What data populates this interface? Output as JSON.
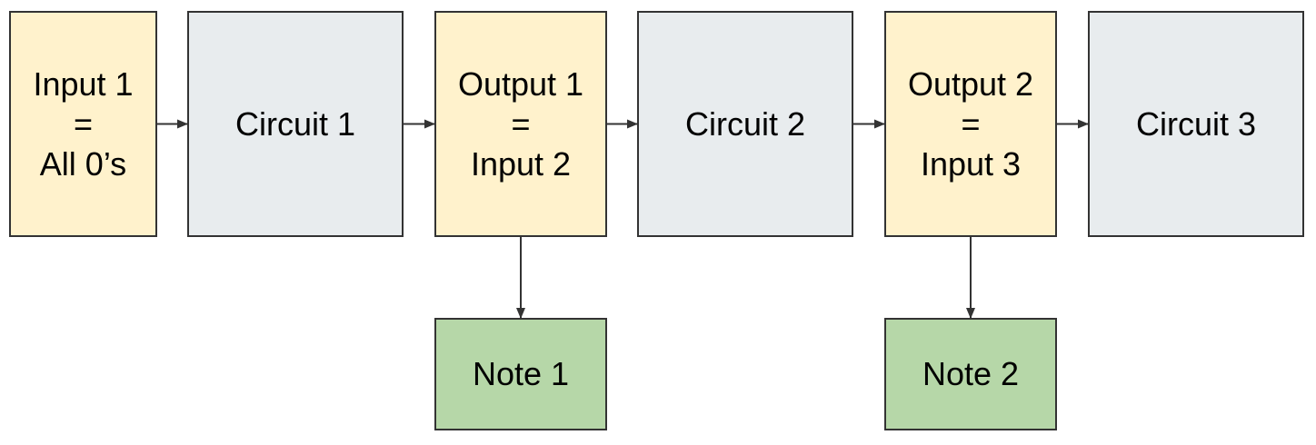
{
  "colors": {
    "io_fill": "#fff2cc",
    "circuit_fill": "#e8ecee",
    "note_fill": "#b6d7a8",
    "stroke": "#333333",
    "text": "#000000"
  },
  "nodes": {
    "input1": {
      "lines": [
        "Input 1",
        "=",
        "All 0’s"
      ]
    },
    "circuit1": {
      "label": "Circuit 1"
    },
    "output1": {
      "lines": [
        "Output 1",
        "=",
        "Input 2"
      ]
    },
    "circuit2": {
      "label": "Circuit 2"
    },
    "output2": {
      "lines": [
        "Output 2",
        "=",
        "Input 3"
      ]
    },
    "circuit3": {
      "label": "Circuit 3"
    },
    "note1": {
      "label": "Note 1"
    },
    "note2": {
      "label": "Note 2"
    }
  },
  "edges": [
    {
      "from": "input1",
      "to": "circuit1"
    },
    {
      "from": "circuit1",
      "to": "output1"
    },
    {
      "from": "output1",
      "to": "circuit2"
    },
    {
      "from": "circuit2",
      "to": "output2"
    },
    {
      "from": "output2",
      "to": "circuit3"
    },
    {
      "from": "output1",
      "to": "note1"
    },
    {
      "from": "output2",
      "to": "note2"
    }
  ]
}
